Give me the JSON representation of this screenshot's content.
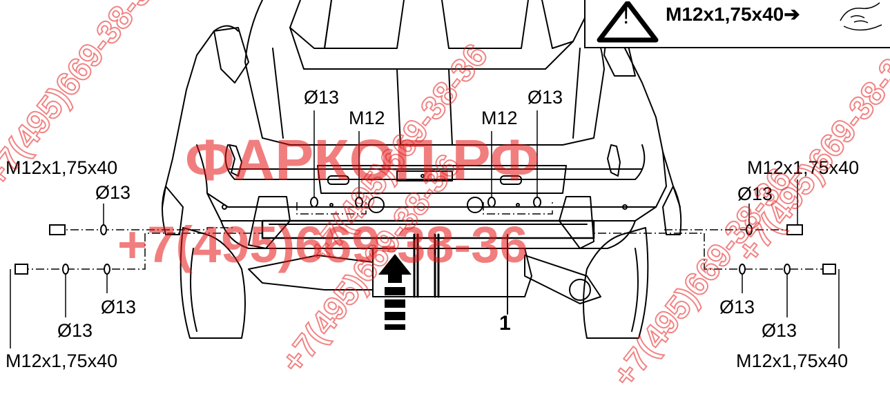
{
  "warning": {
    "symbol": "!",
    "text": "M12x1,75x40➔"
  },
  "labels": {
    "d13_top_left": "Ø13",
    "m12_top_left": "M12",
    "m12_top_right": "M12",
    "d13_top_right": "Ø13",
    "bolt_left_upper": "M12x1,75x40",
    "d13_left_upper": "Ø13",
    "bolt_right_upper": "M12x1,75x40",
    "d13_right_upper": "Ø13",
    "d13_left_lower_a": "Ø13",
    "d13_left_lower_b": "Ø13",
    "bolt_left_lower": "M12x1,75x40",
    "d13_right_lower_a": "Ø13",
    "d13_right_lower_b": "Ø13",
    "bolt_right_lower": "M12x1,75x40",
    "part_number": "1"
  },
  "watermark": {
    "site": "ФАРКОП.РФ",
    "phone": "+7(495)669-38-36"
  },
  "colors": {
    "line": "#000000",
    "watermark": "#e61414"
  }
}
